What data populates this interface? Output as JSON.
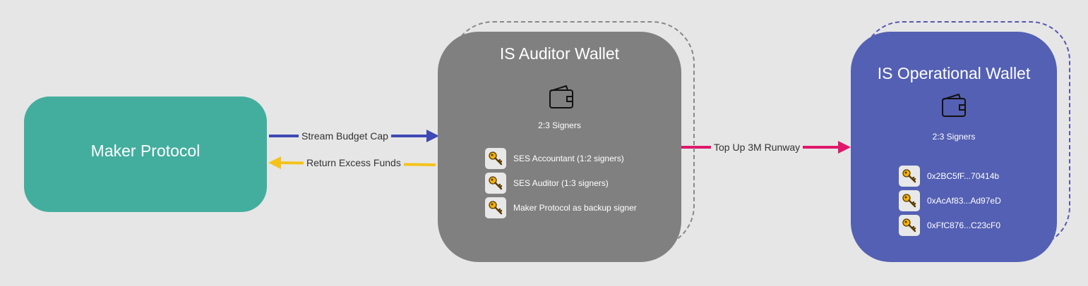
{
  "nodes": {
    "maker": {
      "label": "Maker Protocol",
      "color": "#43ae9e"
    },
    "auditor": {
      "title": "IS Auditor Wallet",
      "signers": "2:3 Signers",
      "color": "#808080",
      "keys": [
        {
          "label": "SES Accountant (1:2 signers)"
        },
        {
          "label": "SES Auditor (1:3 signers)"
        },
        {
          "label": "Maker Protocol as backup signer"
        }
      ]
    },
    "operational": {
      "title": "IS Operational Wallet",
      "signers": "2:3 Signers",
      "color": "#5460b3",
      "keys": [
        {
          "label": "0x2BC5fF...70414b"
        },
        {
          "label": "0xAcAf83...Ad97eD"
        },
        {
          "label": "0xFfC876...C23cF0"
        }
      ]
    }
  },
  "edges": {
    "stream": {
      "label": "Stream Budget Cap",
      "color": "#3f48b5"
    },
    "return": {
      "label": "Return Excess Funds",
      "color": "#f5c21b"
    },
    "topup": {
      "label": "Top Up 3M Runway",
      "color": "#e0176b"
    }
  },
  "icons": {
    "wallet": "wallet-icon",
    "key": "key-icon"
  }
}
